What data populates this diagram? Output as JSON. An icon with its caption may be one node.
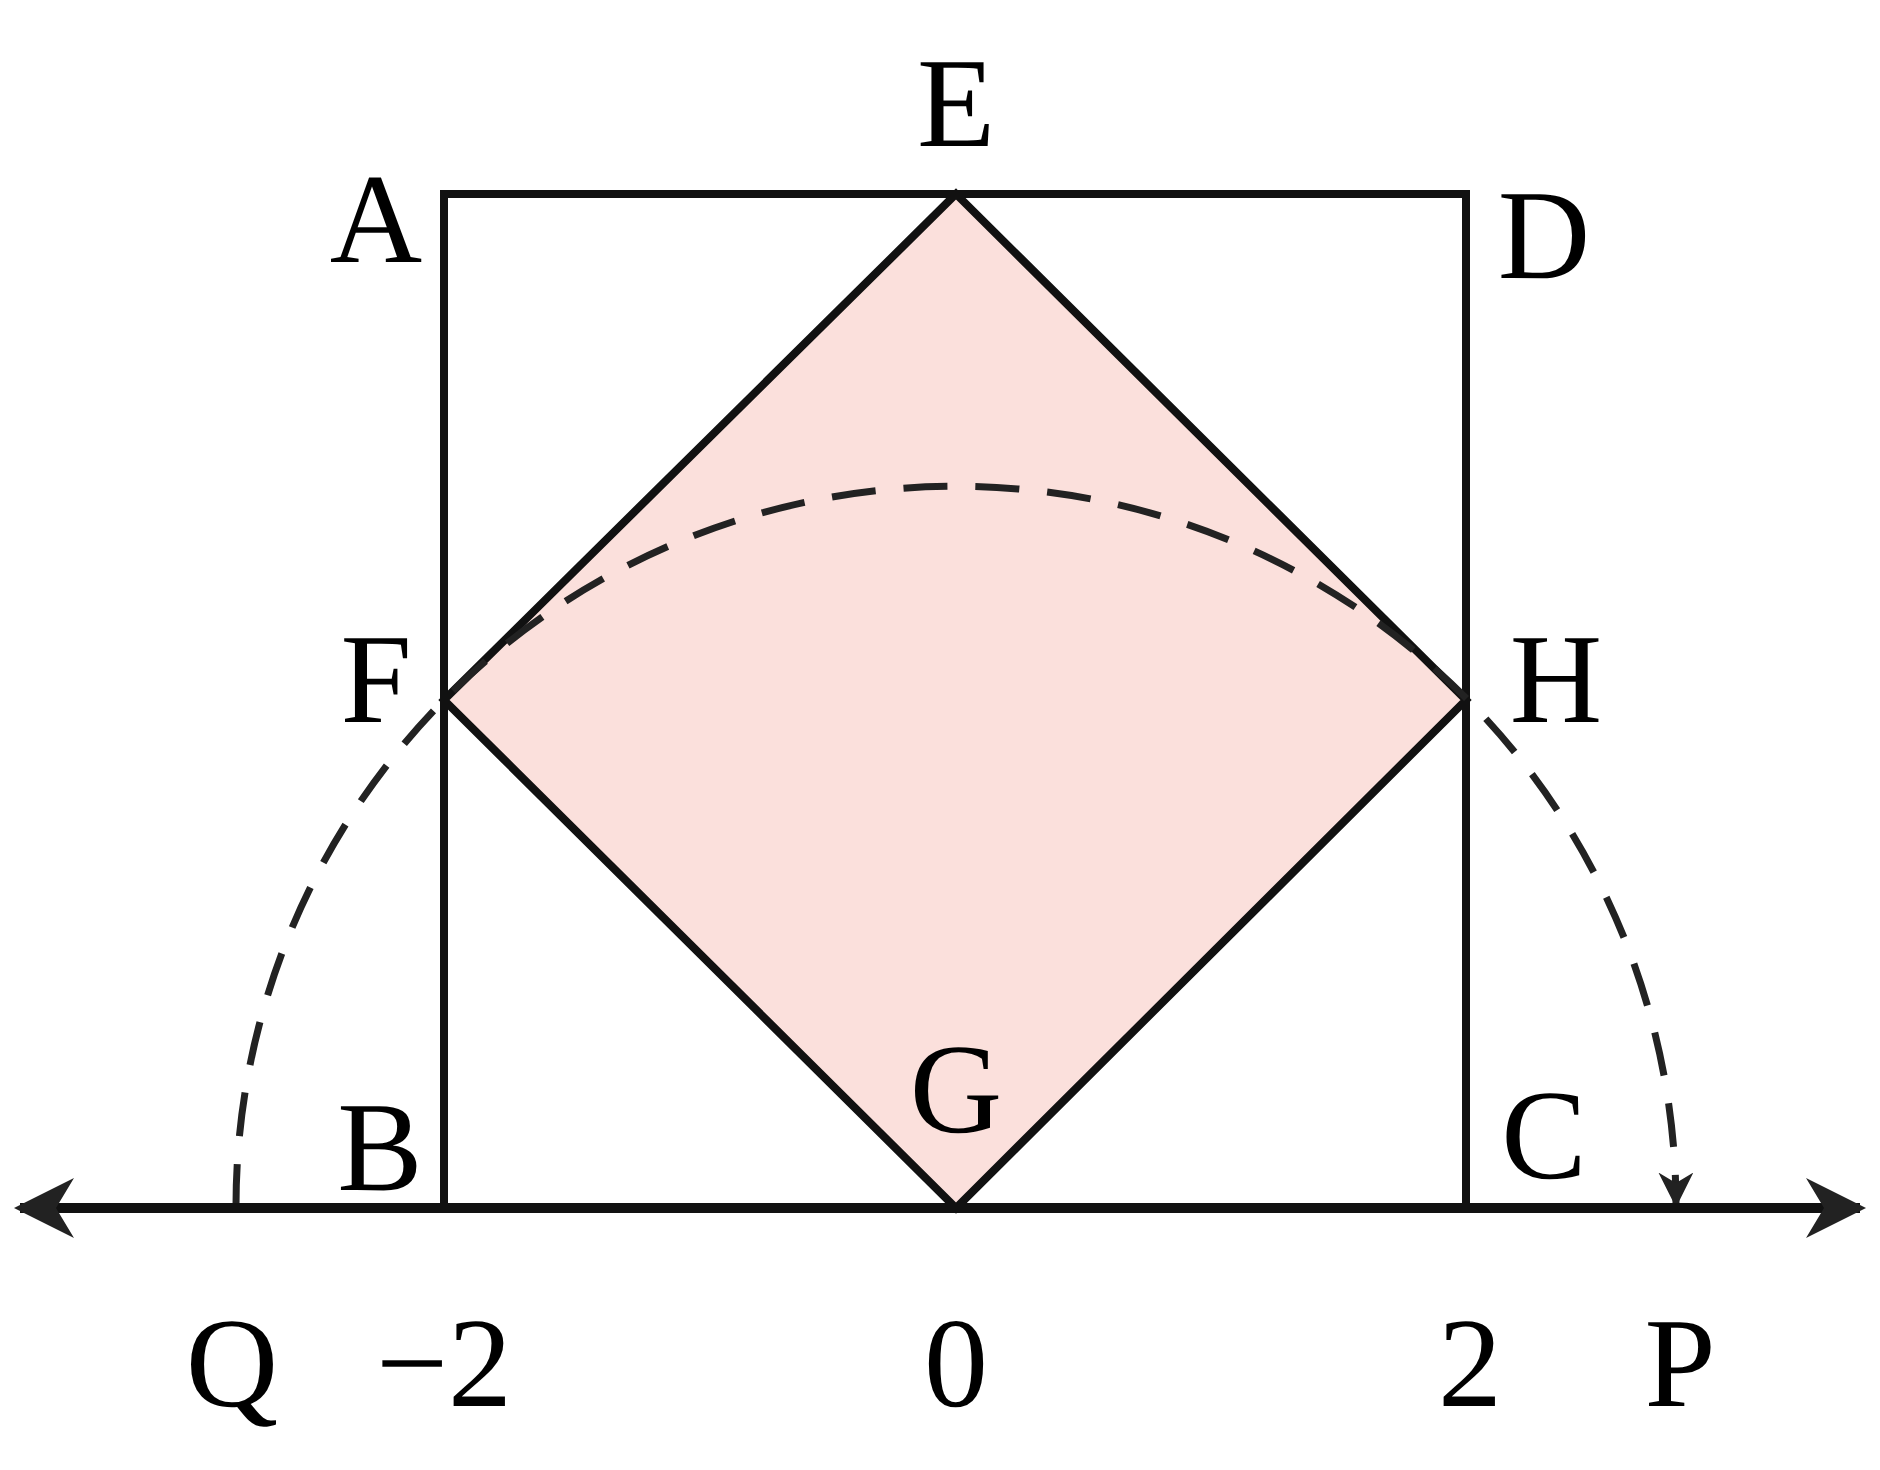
{
  "diagram": {
    "labels": [
      "E",
      "A",
      "D",
      "F",
      "H",
      "G",
      "B",
      "C",
      "Q",
      "−2",
      "0",
      "2",
      "P"
    ]
  }
}
